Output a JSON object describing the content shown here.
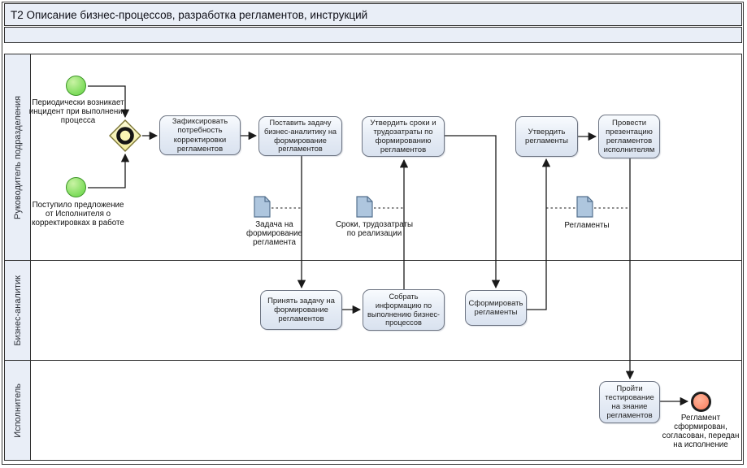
{
  "title": "Т2 Описание бизнес-процессов, разработка регламентов, инструкций",
  "lanes": [
    {
      "label": "Руководитель подразделения"
    },
    {
      "label": "Бизнес-аналитик"
    },
    {
      "label": "Исполнитель"
    }
  ],
  "start_events": [
    {
      "label": "Периодически возникает инцидент при выполнении процесса"
    },
    {
      "label": "Поступило предложение от Исполнителя о корректировках в работе"
    }
  ],
  "end_event": {
    "label": "Регламент сформирован, согласован, передан на исполнение"
  },
  "gateway": {
    "type": "inclusive-or"
  },
  "tasks": [
    {
      "label": "Зафиксировать потребность корректировки регламентов"
    },
    {
      "label": "Поставить задачу бизнес-аналитику на формирование регламентов"
    },
    {
      "label": "Утвердить сроки и трудозатраты по формированию регламентов"
    },
    {
      "label": "Утвердить регламенты"
    },
    {
      "label": "Провести презентацию регламентов исполнителям"
    },
    {
      "label": "Принять задачу на формирование регламентов"
    },
    {
      "label": "Собрать информацию по выполнению бизнес-процессов"
    },
    {
      "label": "Сформировать регламенты"
    },
    {
      "label": "Пройти тестирование на знание регламентов"
    }
  ],
  "data_objects": [
    {
      "label": "Задача на формирование регламента"
    },
    {
      "label": "Сроки, трудозатраты по реализации"
    },
    {
      "label": "Регламенты"
    }
  ],
  "colors": {
    "header_fill": "#e9eef7",
    "task_fill": "#d9e2ef",
    "task_border": "#6e7583",
    "start_fill": "#7edc5c",
    "start_border": "#3d9627",
    "end_fill": "#fb8a6b",
    "end_border": "#1f1f1f",
    "gateway_fill": "#f7f3ae",
    "gateway_border": "#8a8440",
    "data_object_fill": "#aec6de",
    "data_object_border": "#54718e",
    "line": "#1a1a1a"
  }
}
